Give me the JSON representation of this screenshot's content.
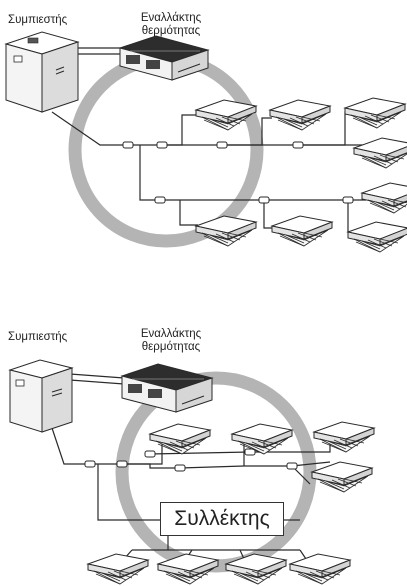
{
  "diagram_top": {
    "compressor_label": "Συμπιεστής",
    "exchanger_label_line1": "Εναλλάκτης",
    "exchanger_label_line2": "θερμότητας"
  },
  "diagram_bottom": {
    "compressor_label": "Συμπιεστής",
    "exchanger_label_line1": "Εναλλάκτης",
    "exchanger_label_line2": "θερμότητας",
    "collector_label": "Συλλέκτης"
  },
  "colors": {
    "ring": "#b4b4b4",
    "line": "#2a2a2a",
    "unit_fill": "#f2f2f2"
  }
}
